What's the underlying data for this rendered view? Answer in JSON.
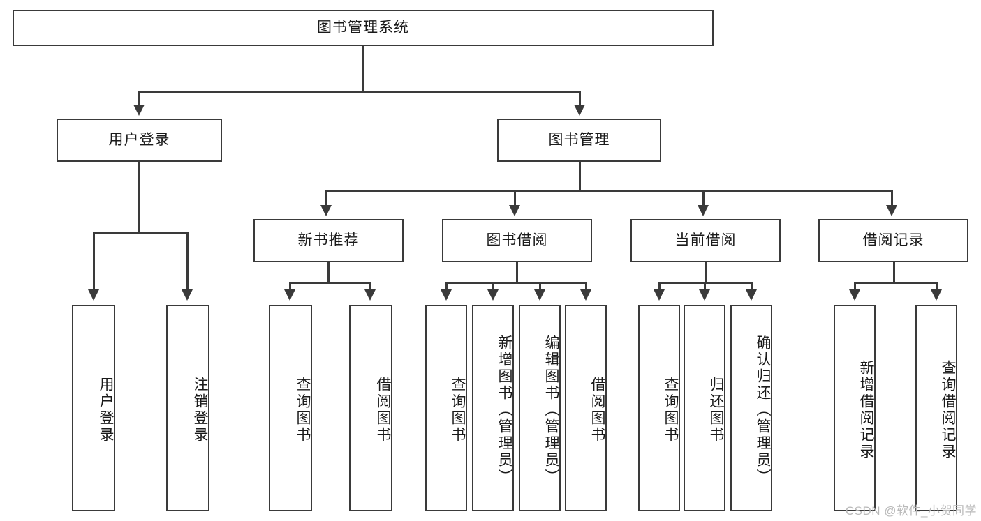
{
  "diagram": {
    "title": "图书管理系统",
    "type": "tree",
    "watermark": "CSDN @软件_小贺同学",
    "colors": {
      "stroke": "#3a3a3a",
      "fill": "#ffffff",
      "text": "#1a1a1a",
      "watermark": "#b9b9b9"
    },
    "levels": {
      "root": {
        "label": "图书管理系统"
      },
      "level1": [
        {
          "label": "用户登录"
        },
        {
          "label": "图书管理"
        }
      ],
      "level2": [
        {
          "label": "新书推荐"
        },
        {
          "label": "图书借阅"
        },
        {
          "label": "当前借阅"
        },
        {
          "label": "借阅记录"
        }
      ],
      "leaves": {
        "user_login": [
          {
            "label": "用户登录"
          },
          {
            "label": "注销登录"
          }
        ],
        "new_book_recommend": [
          {
            "label": "查询图书"
          },
          {
            "label": "借阅图书"
          }
        ],
        "book_borrow": [
          {
            "label": "查询图书"
          },
          {
            "label": "新增图书（管理员）"
          },
          {
            "label": "编辑图书（管理员）"
          },
          {
            "label": "借阅图书"
          }
        ],
        "current_borrow": [
          {
            "label": "查询图书"
          },
          {
            "label": "归还图书"
          },
          {
            "label": "确认归还（管理员）"
          }
        ],
        "borrow_record": [
          {
            "label": "新增借阅记录"
          },
          {
            "label": "查询借阅记录"
          }
        ]
      }
    }
  }
}
